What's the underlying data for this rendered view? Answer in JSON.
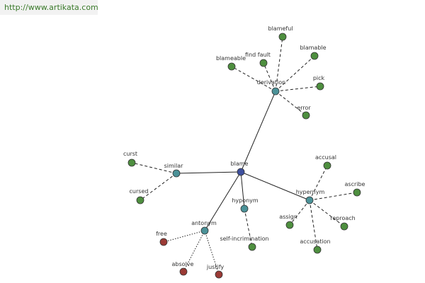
{
  "site_url": "http://www.artikata.com",
  "colors": {
    "center": "#3d4f9e",
    "relation": "#4b9298",
    "word": "#4e8f3f",
    "antonym_word": "#9b3a35"
  },
  "graph": {
    "center": {
      "id": "blame",
      "label": "blame"
    },
    "relations": [
      {
        "id": "derivation",
        "label": "derivation",
        "words": [
          "blameful",
          "blamable",
          "pick",
          "error",
          "blameable",
          "find fault"
        ],
        "link": "dashed"
      },
      {
        "id": "similar",
        "label": "similar",
        "words": [
          "curst",
          "cursed"
        ],
        "link": "dashed"
      },
      {
        "id": "hypernym",
        "label": "hypernym",
        "words": [
          "accusal",
          "ascribe",
          "reproach",
          "accusation",
          "assign"
        ],
        "link": "dashed"
      },
      {
        "id": "hyponym",
        "label": "hyponym",
        "words": [
          "self-incrimination"
        ],
        "link": "dashed"
      },
      {
        "id": "antonym",
        "label": "antonym",
        "words": [
          "free",
          "absolve",
          "justify"
        ],
        "link": "dotted"
      }
    ]
  }
}
